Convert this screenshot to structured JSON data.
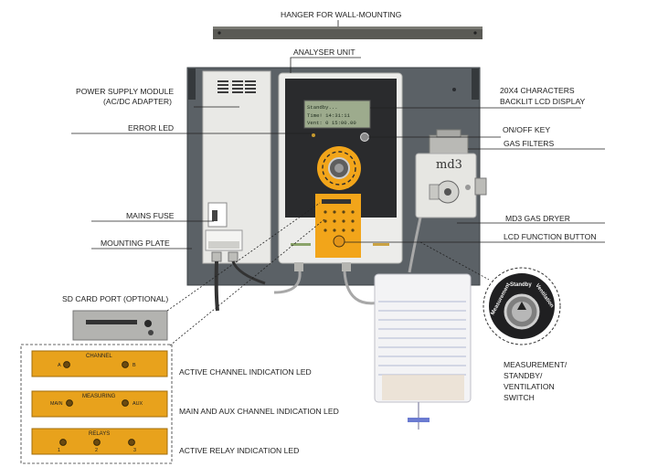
{
  "callouts": {
    "hanger": "HANGER FOR WALL-MOUNTING",
    "analyser_unit": "ANALYSER UNIT",
    "psu_line1": "POWER SUPPLY MODULE",
    "psu_line2": "(AC/DC ADAPTER)",
    "error_led": "ERROR LED",
    "mains_fuse": "MAINS FUSE",
    "mounting_plate": "MOUNTING PLATE",
    "sd_card_port": "SD CARD PORT (OPTIONAL)",
    "lcd_line1": "20X4 CHARACTERS",
    "lcd_line2": "BACKLIT LCD DISPLAY",
    "onoff_key": "ON/OFF KEY",
    "gas_filters": "GAS FILTERS",
    "gas_dryer": "MD3 GAS DRYER",
    "lcd_button": "LCD FUNCTION BUTTON",
    "switch_line1": "MEASUREMENT/",
    "switch_line2": "STANDBY/",
    "switch_line3": "VENTILATION",
    "switch_line4": "SWITCH",
    "active_channel": "ACTIVE CHANNEL INDICATION LED",
    "main_aux": "MAIN AND AUX CHANNEL INDICATION LED",
    "active_relay": "ACTIVE RELAY INDICATION LED"
  },
  "lcd": {
    "row1": "Standby...",
    "row2": "Time!    14:31:11",
    "row3": "Vent: 0  15:00.00"
  },
  "dryer_brand": "md3",
  "knob_labels": {
    "measurement": "Measurement",
    "standby": "Standby",
    "ventilation": "Ventilation"
  },
  "panels": {
    "channel": {
      "title": "CHANNEL",
      "led_a": "A",
      "led_b": "B"
    },
    "measuring": {
      "title": "MEASURING",
      "led_main": "MAIN",
      "led_aux": "AUX"
    },
    "relays": {
      "title": "RELAYS",
      "led_1": "1",
      "led_2": "2",
      "led_3": "3"
    }
  },
  "colors": {
    "panel_amber": "#e8a21c",
    "plate": "#5b6166",
    "module": "#e9e9e6",
    "accent_orange": "#f2a51a"
  }
}
